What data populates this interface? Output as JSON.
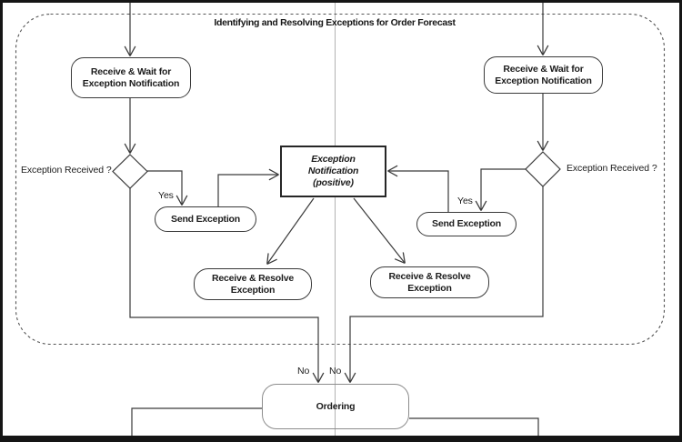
{
  "diagram": {
    "title": "Identifying and Resolving Exceptions for Order Forecast",
    "nodes": {
      "receive_wait_left": "Receive & Wait for Exception Notification",
      "receive_wait_right": "Receive & Wait for Exception Notification",
      "exception_notification_line1": "Exception Notification",
      "exception_notification_line2": "(positive)",
      "send_exception_left": "Send Exception",
      "send_exception_right": "Send Exception",
      "receive_resolve_left": "Receive & Resolve Exception",
      "receive_resolve_right": "Receive & Resolve Exception",
      "ordering": "Ordering"
    },
    "labels": {
      "exception_received_left": "Exception Received ?",
      "exception_received_right": "Exception Received ?",
      "yes_left": "Yes",
      "yes_right": "Yes",
      "no_left": "No",
      "no_right": "No"
    },
    "colors": {
      "line": "#3a3a3a",
      "box_border": "#3a3a3a",
      "ordering_border": "#8c8c8c",
      "center_divider": "#b3b3b3",
      "frame": "#151515",
      "background": "#ffffff",
      "dashed_boundary": "#555555"
    }
  }
}
